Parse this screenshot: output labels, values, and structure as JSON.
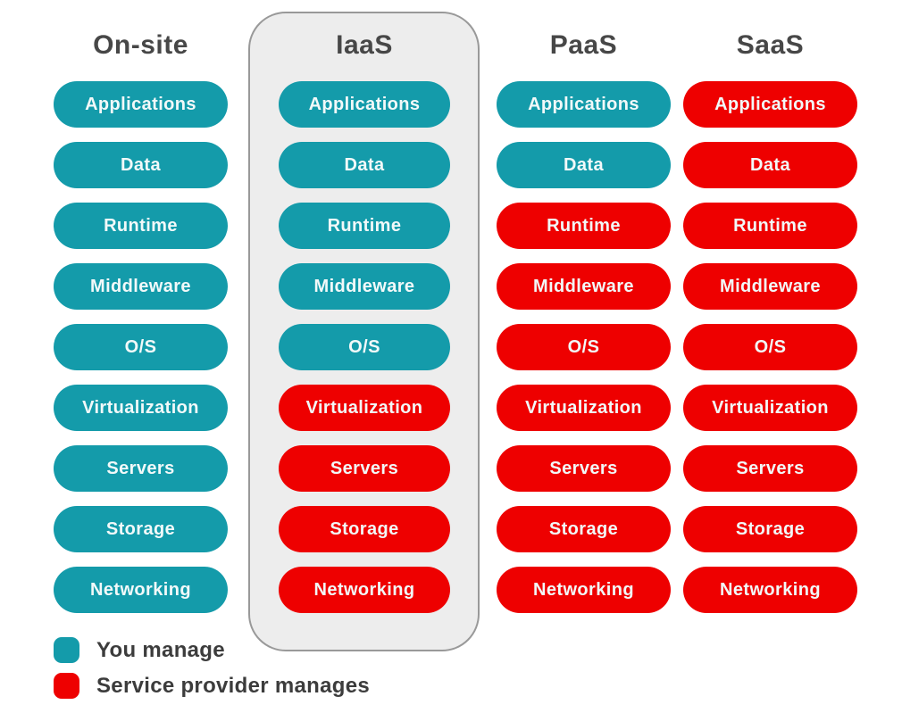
{
  "colors": {
    "background": "#ffffff",
    "teal": "#149baa",
    "red": "#ee0000",
    "pill_text": "#f2f9f9",
    "header_text": "#474747",
    "legend_text": "#3c3c3c",
    "highlight_fill": "#ededed",
    "highlight_border": "#999999"
  },
  "columns": [
    {
      "id": "on-site",
      "title": "On-site",
      "highlighted": false,
      "layers": [
        {
          "label": "Applications",
          "manager": "you"
        },
        {
          "label": "Data",
          "manager": "you"
        },
        {
          "label": "Runtime",
          "manager": "you"
        },
        {
          "label": "Middleware",
          "manager": "you"
        },
        {
          "label": "O/S",
          "manager": "you"
        },
        {
          "label": "Virtualization",
          "manager": "you"
        },
        {
          "label": "Servers",
          "manager": "you"
        },
        {
          "label": "Storage",
          "manager": "you"
        },
        {
          "label": "Networking",
          "manager": "you"
        }
      ]
    },
    {
      "id": "iaas",
      "title": "IaaS",
      "highlighted": true,
      "layers": [
        {
          "label": "Applications",
          "manager": "you"
        },
        {
          "label": "Data",
          "manager": "you"
        },
        {
          "label": "Runtime",
          "manager": "you"
        },
        {
          "label": "Middleware",
          "manager": "you"
        },
        {
          "label": "O/S",
          "manager": "you"
        },
        {
          "label": "Virtualization",
          "manager": "provider"
        },
        {
          "label": "Servers",
          "manager": "provider"
        },
        {
          "label": "Storage",
          "manager": "provider"
        },
        {
          "label": "Networking",
          "manager": "provider"
        }
      ]
    },
    {
      "id": "paas",
      "title": "PaaS",
      "highlighted": false,
      "layers": [
        {
          "label": "Applications",
          "manager": "you"
        },
        {
          "label": "Data",
          "manager": "you"
        },
        {
          "label": "Runtime",
          "manager": "provider"
        },
        {
          "label": "Middleware",
          "manager": "provider"
        },
        {
          "label": "O/S",
          "manager": "provider"
        },
        {
          "label": "Virtualization",
          "manager": "provider"
        },
        {
          "label": "Servers",
          "manager": "provider"
        },
        {
          "label": "Storage",
          "manager": "provider"
        },
        {
          "label": "Networking",
          "manager": "provider"
        }
      ]
    },
    {
      "id": "saas",
      "title": "SaaS",
      "highlighted": false,
      "layers": [
        {
          "label": "Applications",
          "manager": "provider"
        },
        {
          "label": "Data",
          "manager": "provider"
        },
        {
          "label": "Runtime",
          "manager": "provider"
        },
        {
          "label": "Middleware",
          "manager": "provider"
        },
        {
          "label": "O/S",
          "manager": "provider"
        },
        {
          "label": "Virtualization",
          "manager": "provider"
        },
        {
          "label": "Servers",
          "manager": "provider"
        },
        {
          "label": "Storage",
          "manager": "provider"
        },
        {
          "label": "Networking",
          "manager": "provider"
        }
      ]
    }
  ],
  "legend": [
    {
      "label": "You manage",
      "manager": "you"
    },
    {
      "label": "Service provider manages",
      "manager": "provider"
    }
  ]
}
